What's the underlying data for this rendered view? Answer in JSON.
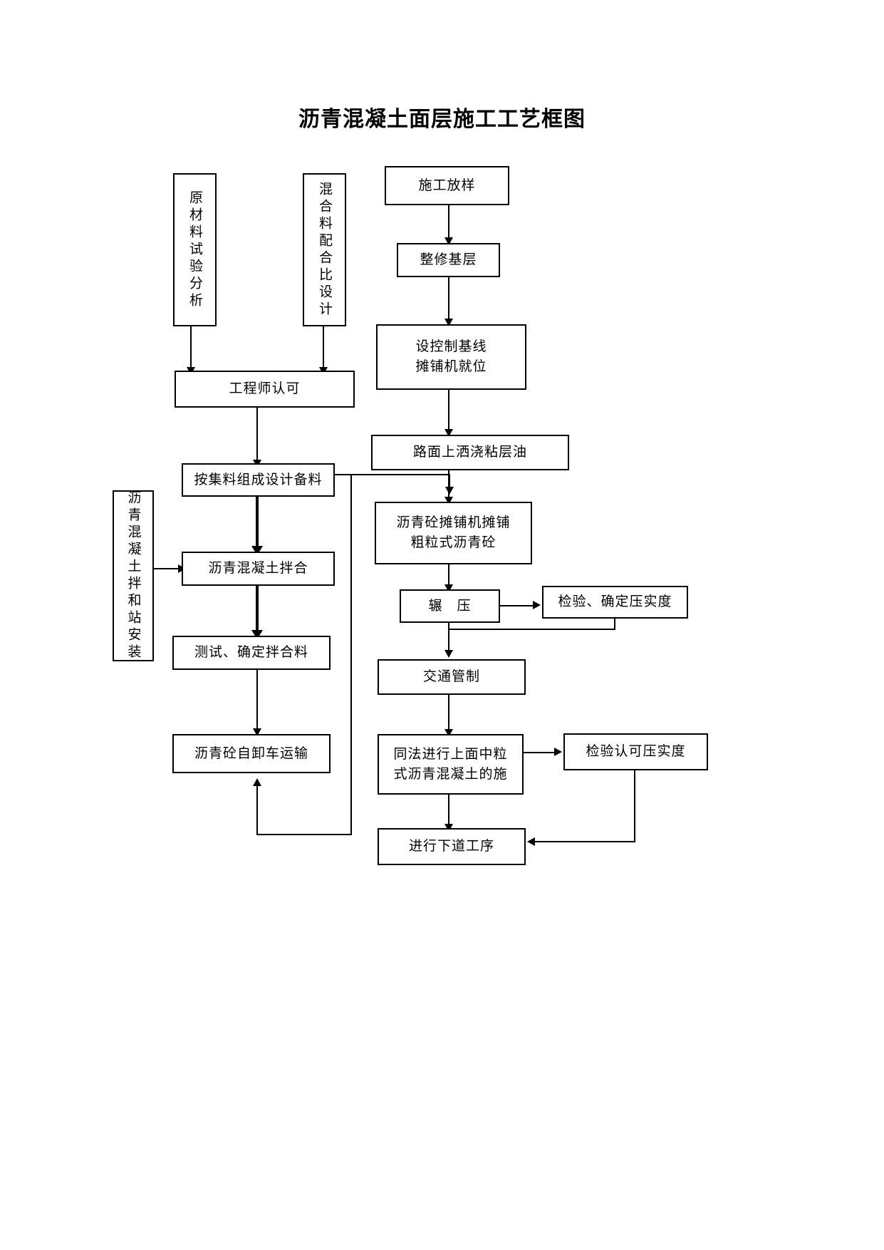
{
  "document": {
    "title": "沥青混凝土面层施工工艺框图",
    "ink_color": "#000000",
    "background_color": "#ffffff"
  },
  "flowchart": {
    "type": "process-flow-diagram",
    "left_branch": {
      "nodes": [
        {
          "id": "raw-material-test",
          "label": "原材料试验分析",
          "orientation": "vertical"
        },
        {
          "id": "mix-design",
          "label": "混合料配合比设计",
          "orientation": "vertical"
        },
        {
          "id": "engineer-approval",
          "label": "工程师认可",
          "orientation": "horizontal"
        },
        {
          "id": "aggregate-preparation",
          "label": "按集料组成设计备料",
          "orientation": "horizontal"
        },
        {
          "id": "mixing-plant-install",
          "label": "沥青混凝土拌和站安装",
          "orientation": "vertical"
        },
        {
          "id": "asphalt-concrete-mixing",
          "label": "沥青混凝土拌合",
          "orientation": "horizontal"
        },
        {
          "id": "test-confirm-mix",
          "label": "测试、确定拌合料",
          "orientation": "horizontal"
        },
        {
          "id": "dump-truck-transport",
          "label": "沥青砼自卸车运输",
          "orientation": "horizontal"
        }
      ]
    },
    "right_branch": {
      "nodes": [
        {
          "id": "construction-setout",
          "label": "施工放样",
          "orientation": "horizontal"
        },
        {
          "id": "repair-subgrade",
          "label": "整修基层",
          "orientation": "horizontal"
        },
        {
          "id": "set-baseline-paver",
          "label": "设控制基线\n摊铺机就位",
          "orientation": "horizontal"
        },
        {
          "id": "spray-tack-coat",
          "label": "路面上洒浇粘层油",
          "orientation": "horizontal"
        },
        {
          "id": "paver-coarse-asphalt",
          "label": "沥青砼摊铺机摊铺\n粗粒式沥青砼",
          "orientation": "horizontal"
        },
        {
          "id": "rolling",
          "label": "辗　压",
          "orientation": "horizontal"
        },
        {
          "id": "inspect-compaction",
          "label": "检验、确定压实度",
          "orientation": "horizontal"
        },
        {
          "id": "traffic-control",
          "label": "交通管制",
          "orientation": "horizontal"
        },
        {
          "id": "upper-medium-layer",
          "label": "同法进行上面中粒\n式沥青混凝土的施",
          "orientation": "horizontal"
        },
        {
          "id": "inspect-approve-compaction",
          "label": "检验认可压实度",
          "orientation": "horizontal"
        },
        {
          "id": "next-process",
          "label": "进行下道工序",
          "orientation": "horizontal"
        }
      ]
    },
    "connections": [
      {
        "from": "raw-material-test",
        "to": "engineer-approval",
        "arrow": "down"
      },
      {
        "from": "mix-design",
        "to": "engineer-approval",
        "arrow": "down"
      },
      {
        "from": "engineer-approval",
        "to": "aggregate-preparation",
        "arrow": "down"
      },
      {
        "from": "aggregate-preparation",
        "to": "asphalt-concrete-mixing",
        "arrow": "down"
      },
      {
        "from": "mixing-plant-install",
        "to": "asphalt-concrete-mixing",
        "arrow": "right"
      },
      {
        "from": "asphalt-concrete-mixing",
        "to": "test-confirm-mix",
        "arrow": "down"
      },
      {
        "from": "test-confirm-mix",
        "to": "dump-truck-transport",
        "arrow": "down"
      },
      {
        "from": "aggregate-preparation",
        "to": "paver-coarse-asphalt",
        "arrow": "right"
      },
      {
        "from": "dump-truck-transport",
        "to": "upper-medium-layer",
        "arrow": "up"
      },
      {
        "from": "construction-setout",
        "to": "repair-subgrade",
        "arrow": "down"
      },
      {
        "from": "repair-subgrade",
        "to": "set-baseline-paver",
        "arrow": "down"
      },
      {
        "from": "set-baseline-paver",
        "to": "spray-tack-coat",
        "arrow": "down"
      },
      {
        "from": "spray-tack-coat",
        "to": "paver-coarse-asphalt",
        "arrow": "down"
      },
      {
        "from": "paver-coarse-asphalt",
        "to": "rolling",
        "arrow": "down"
      },
      {
        "from": "rolling",
        "to": "inspect-compaction",
        "arrow": "right"
      },
      {
        "from": "inspect-compaction",
        "to": "traffic-control",
        "arrow": "down"
      },
      {
        "from": "traffic-control",
        "to": "upper-medium-layer",
        "arrow": "down"
      },
      {
        "from": "upper-medium-layer",
        "to": "inspect-approve-compaction",
        "arrow": "right"
      },
      {
        "from": "upper-medium-layer",
        "to": "next-process",
        "arrow": "down"
      },
      {
        "from": "inspect-approve-compaction",
        "to": "next-process",
        "arrow": "left"
      }
    ]
  }
}
